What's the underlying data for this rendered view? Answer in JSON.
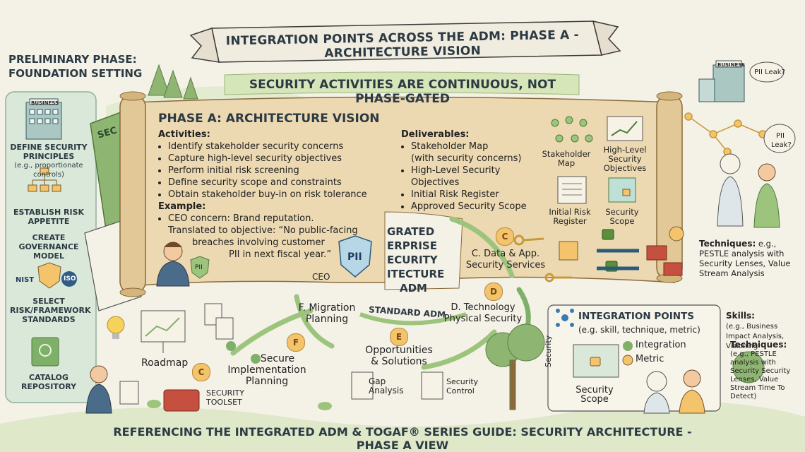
{
  "banner": "INTEGRATION POINTS ACROSS THE ADM: PHASE A - ARCHITECTURE VISION",
  "subbanner": "SECURITY ACTIVITIES ARE CONTINUOUS, NOT PHASE-GATED",
  "preliminary": {
    "title_line1": "PRELIMINARY PHASE:",
    "title_line2": "FOUNDATION SETTING",
    "building_sign": "BUSINESS",
    "book_text": "SEC",
    "items": [
      {
        "label": "DEFINE SECURITY PRINCIPLES",
        "note": "(e.g., proportionate controls)"
      },
      {
        "label": "ESTABLISH RISK APPETITE",
        "note": ""
      },
      {
        "label": "CREATE GOVERNANCE MODEL",
        "note": ""
      },
      {
        "label": "SELECT RISK/FRAMEWORK STANDARDS",
        "note": ""
      },
      {
        "label": "CATALOG REPOSITORY",
        "note": ""
      }
    ],
    "logos": {
      "nist": "NIST",
      "iso": "ISO"
    }
  },
  "scroll": {
    "title": "PHASE A: ARCHITECTURE VISION",
    "activities_heading": "Activities:",
    "activities": [
      "Identify stakeholder security concerns",
      "Capture high-level security objectives",
      "Perform initial risk screening",
      "Define security scope and constraints",
      "Obtain stakeholder buy-in on risk tolerance"
    ],
    "example_heading": "Example:",
    "example_line1": "CEO concern: Brand reputation.",
    "example_line2": "Translated to objective: “No public-facing",
    "example_line3": "breaches involving customer",
    "example_line4": "PII in next fiscal year.”",
    "ceo_label": "CEO",
    "pii_small": "PII",
    "pii_shield": "PII",
    "deliverables_heading": "Deliverables:",
    "deliverables": [
      "Stakeholder Map",
      "(with security concerns)",
      "High-Level Security Objectives",
      "Initial Risk Register",
      "Approved Security Scope"
    ],
    "icons": {
      "stakeholder_map": "Stakeholder Map",
      "objectives": "High-Level Security Objectives",
      "risk_register": "Initial Risk Register",
      "security_scope": "Security Scope"
    }
  },
  "adm": {
    "center_lines": [
      "GRATED",
      "ERPRISE",
      "ECURITY",
      "ITECTURE",
      "ADM"
    ],
    "standard": "STANDARD ADM",
    "c_label_line1": "C. Data & App.",
    "c_label_line2": "Security Services",
    "d_label_line1": "D. Technology",
    "d_label_line2": "Physical Security",
    "e_label_line1": "Opportunities",
    "e_label_line2": "& Solutions",
    "f_label_line1": "F. Migration",
    "f_label_line2": "Planning",
    "secure_line1": "Secure",
    "secure_line2": "Implementation",
    "secure_line3": "Planning",
    "gap": "Gap Analysis",
    "control": "Security Control",
    "roadmap": "Roadmap",
    "toolset_line1": "SECURITY",
    "toolset_line2": "TOOLSET",
    "badges": {
      "c": "C",
      "d": "D",
      "e": "E",
      "f": "F",
      "c2": "C"
    }
  },
  "right": {
    "building_sign": "BUSINESS",
    "pii_leak_1": "PII Leak?",
    "pii_leak_2": "PII Leak?",
    "techniques_heading": "Techniques:",
    "techniques_text": "e.g., PESTLE analysis with Security Lenses, Value Stream Analysis"
  },
  "integration": {
    "title": "INTEGRATION POINTS",
    "subtitle": "(e.g. skill, technique, metric)",
    "vertical": "Security",
    "integration_label": "Integration",
    "metric_label": "Metric",
    "scope_line1": "Security",
    "scope_line2": "Scope",
    "skills_heading": "Skills:",
    "skills_text": "(e.g., Business Impact Analysis, Visioning",
    "techniques_heading": "Techniques:",
    "techniques_text": "(e.g., PESTLE analysis with Security Security Lenses, Value Stream Time To Detect)"
  },
  "footer": "REFERENCING THE INTEGRATED ADM & TOGAF® SERIES GUIDE: SECURITY ARCHITECTURE - PHASE A VIEW",
  "colors": {
    "accent": "#2c3a44",
    "parchment": "#e9d5ad",
    "green": "#7fb069",
    "badge": "#f3c46b"
  }
}
